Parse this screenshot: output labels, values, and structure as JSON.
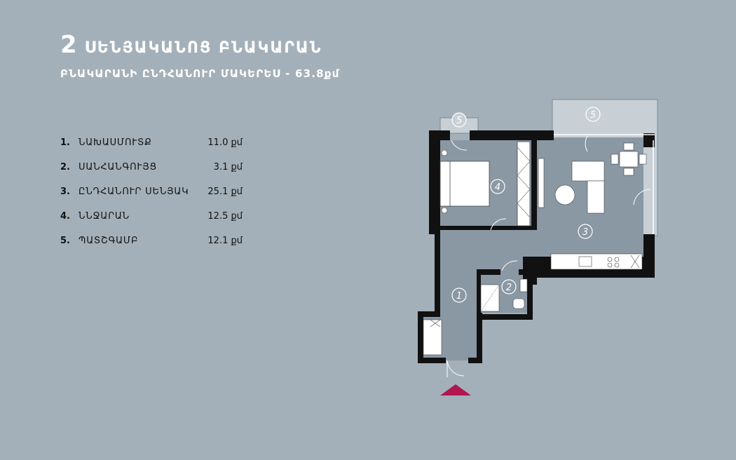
{
  "header": {
    "title_number": "2",
    "title_text": "ՍԵՆՅԱԿԱՆՈՑ ԲՆԱԿԱՐԱՆ",
    "subtitle": "ԲՆԱԿԱՐԱՆԻ ԸՆԴՀԱՆՈՒՐ ՄԱԿԵՐԵՍ - 63.8քմ"
  },
  "rooms": [
    {
      "num": "1.",
      "name": "ՆԱԽԱՍՄՈՒՏՔ",
      "area": "11.0 քմ"
    },
    {
      "num": "2.",
      "name": "ՍԱՆՀԱՆԳՈՒՅՑ",
      "area": "3.1 քմ"
    },
    {
      "num": "3.",
      "name": "ԸՆԴՀԱՆՈՒՐ ՍԵՆՅԱԿ",
      "area": "25.1 քմ"
    },
    {
      "num": "4.",
      "name": "ՆՆՋԱՐԱՆ",
      "area": "12.5 քմ"
    },
    {
      "num": "5.",
      "name": "ՊԱՏՇԳԱՄԲ",
      "area": "12.1 քմ"
    }
  ],
  "plan_labels": {
    "room1": "1",
    "room2": "2",
    "room3": "3",
    "room4": "4",
    "balcony_left": "5",
    "balcony_right": "5"
  },
  "colors": {
    "background": "#a4b0b9",
    "wall": "#111111",
    "floor": "#8a98a4",
    "balcony": "#c8d0d6",
    "entrance_marker": "#b0174f"
  }
}
